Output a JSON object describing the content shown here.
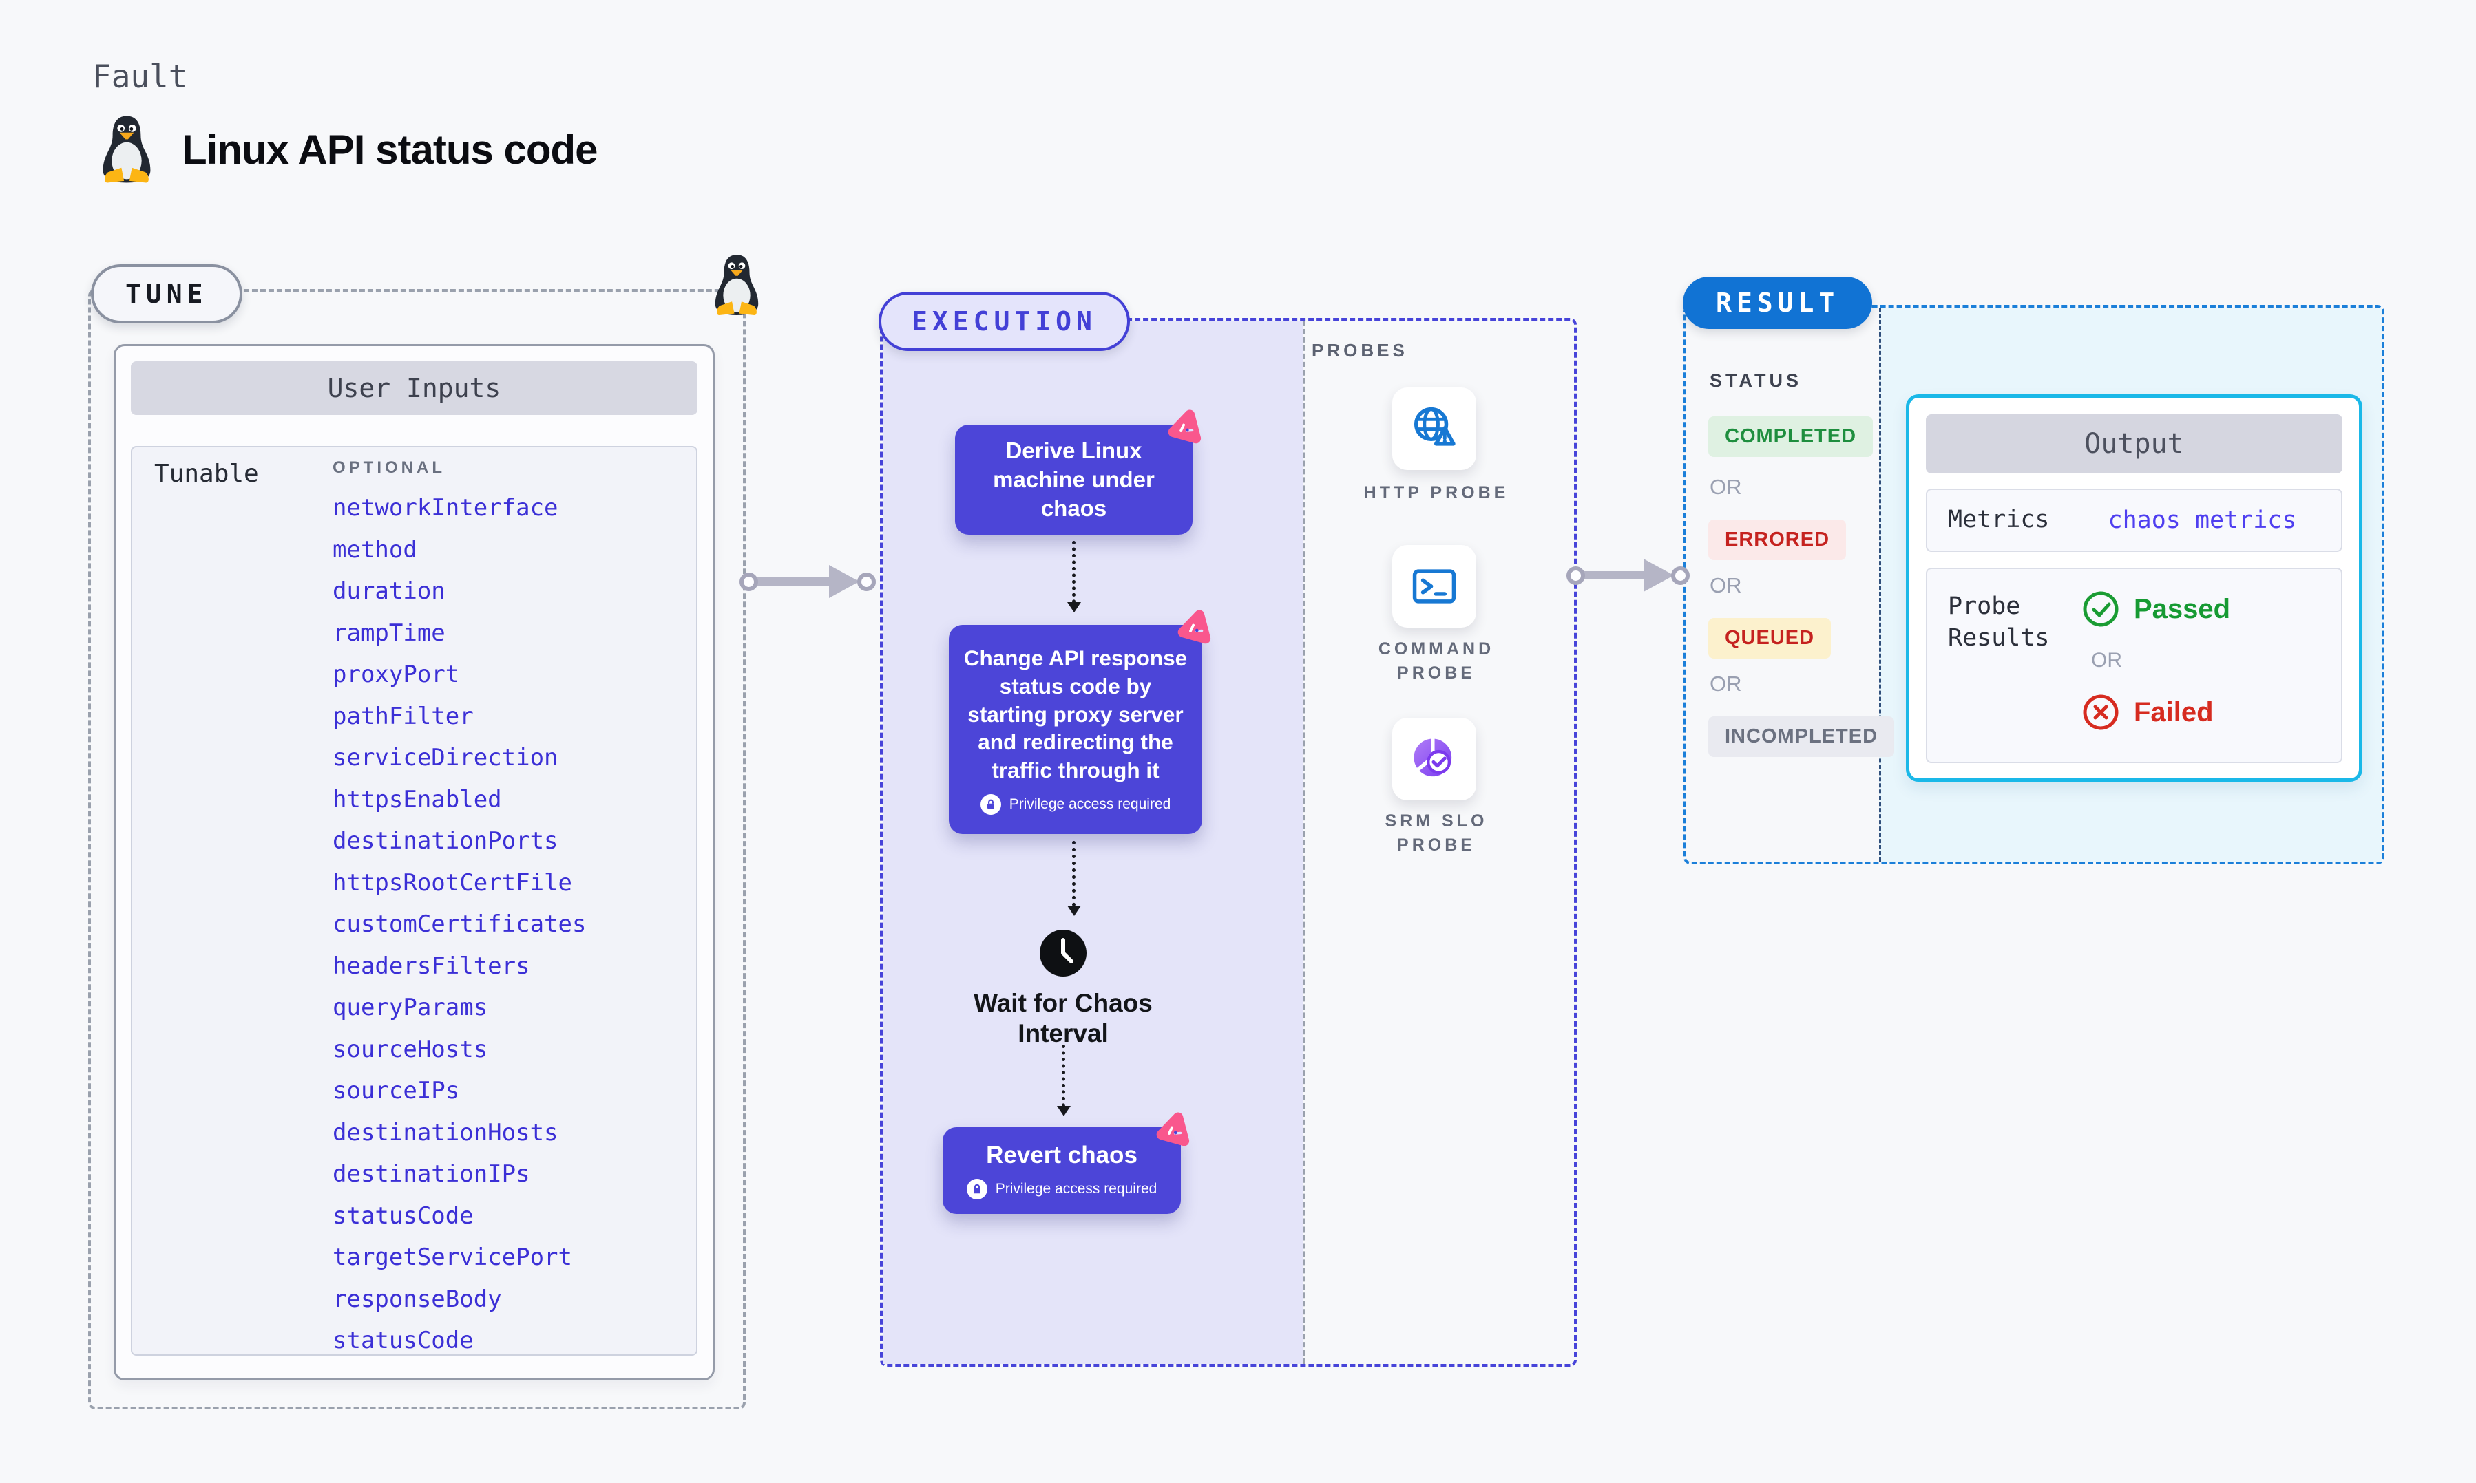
{
  "header": {
    "eyebrow": "Fault",
    "title": "Linux API status code",
    "icon": "tux-penguin"
  },
  "tune": {
    "badge": "TUNE",
    "card": {
      "header": "User Inputs",
      "row_label": "Tunable",
      "column_label": "OPTIONAL",
      "params": [
        "networkInterface",
        "method",
        "duration",
        "rampTime",
        "proxyPort",
        "pathFilter",
        "serviceDirection",
        "httpsEnabled",
        "destinationPorts",
        "httpsRootCertFile",
        "customCertificates",
        "headersFilters",
        "queryParams",
        "sourceHosts",
        "sourceIPs",
        "destinationHosts",
        "destinationIPs",
        "statusCode",
        "targetServicePort",
        "responseBody",
        "statusCode"
      ]
    }
  },
  "execution": {
    "badge": "EXECUTION",
    "steps": [
      {
        "type": "node",
        "text": "Derive Linux machine under chaos"
      },
      {
        "type": "node",
        "text": "Change API response status code by starting proxy server and redirecting the traffic through it",
        "privilege": "Privilege access required"
      },
      {
        "type": "wait",
        "text": "Wait for Chaos Interval"
      },
      {
        "type": "node",
        "text": "Revert chaos",
        "privilege": "Privilege access required"
      }
    ]
  },
  "probes": {
    "label": "PROBES",
    "items": [
      {
        "name": "HTTP PROBE",
        "icon": "globe-alert-icon"
      },
      {
        "name": "COMMAND PROBE",
        "icon": "terminal-icon"
      },
      {
        "name": "SRM SLO PROBE",
        "icon": "slo-donut-icon"
      }
    ]
  },
  "result": {
    "badge": "RESULT",
    "status": {
      "label": "STATUS",
      "separator": "OR",
      "items": [
        {
          "label": "COMPLETED",
          "fg": "#1e8e3e",
          "bg": "#dff1e2"
        },
        {
          "label": "ERRORED",
          "fg": "#c5221f",
          "bg": "#fbe9e9"
        },
        {
          "label": "QUEUED",
          "fg": "#c5221f",
          "bg": "#fcf1cd"
        },
        {
          "label": "INCOMPLETED",
          "fg": "#6b7180",
          "bg": "#e9eaf0"
        }
      ]
    },
    "output": {
      "header": "Output",
      "rows": [
        {
          "label": "Metrics",
          "value": "chaos metrics"
        },
        {
          "label": "Probe Results",
          "passed": "Passed",
          "or": "OR",
          "failed": "Failed"
        }
      ]
    }
  },
  "colors": {
    "page_bg": "#f7f8fa",
    "node_indigo": "#4c45d8",
    "execution_accent": "#4340d6",
    "execution_fill": "#e4e4f9",
    "param_link": "#3b2fd6",
    "result_blue": "#1173d4",
    "output_border": "#1ab8e8",
    "result_fill": "#e8f6fc",
    "passed_green": "#169a33",
    "failed_red": "#d62b20",
    "connector_gray": "#b5b5c6",
    "chaos_pink": "#f9578d"
  }
}
